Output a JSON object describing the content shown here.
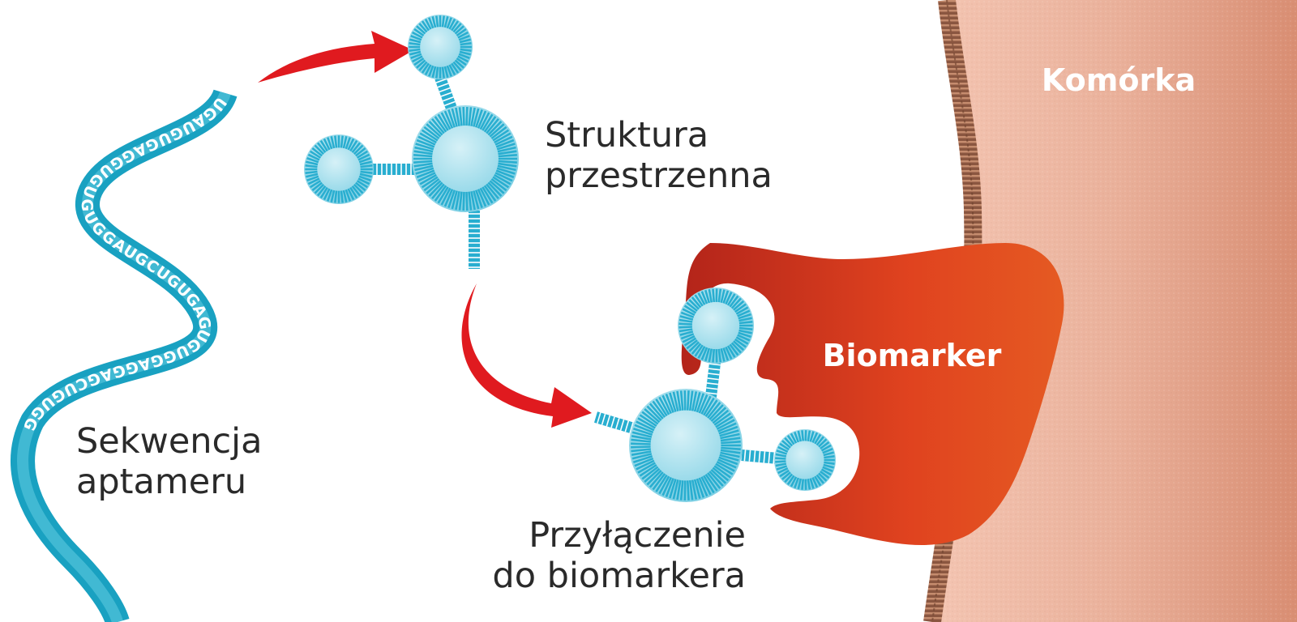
{
  "labels": {
    "sequence": [
      "Sekwencja",
      "aptameru"
    ],
    "structure": [
      "Struktura",
      "przestrzenna"
    ],
    "binding": [
      "Przyłączenie",
      "do biomarkera"
    ],
    "biomarker": "Biomarker",
    "cell": "Komórka"
  },
  "strand_letters": "UGAUGUGAGGUGUGUGGAUGCUGUGAGUGUGGAGGAGCUGUGG",
  "colors": {
    "aptamer": "#2bb3cf",
    "aptamer_light": "#8fd8ea",
    "arrow": "#e01a1f",
    "biomarker_dark": "#b8321c",
    "biomarker_light": "#e9532a",
    "cell": "#e8a68c",
    "membrane": "#8c5a44",
    "text": "#2a2a2a"
  },
  "icons": [
    "aptamer-strand",
    "aptamer-3d-structure",
    "red-arrow",
    "biomarker-blob",
    "cell-membrane"
  ]
}
